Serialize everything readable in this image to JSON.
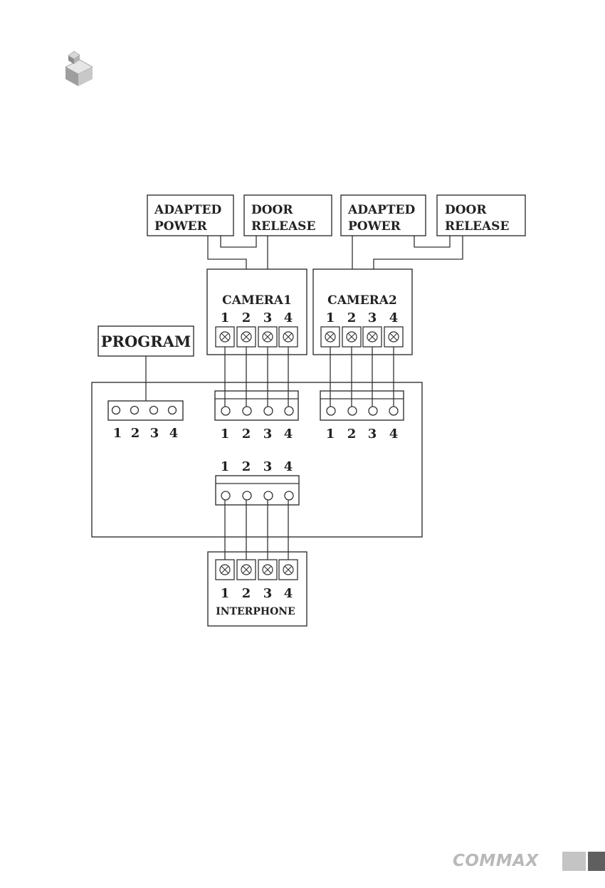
{
  "diagram": {
    "boxes": {
      "adapted_power_1": [
        "ADAPTED",
        "POWER"
      ],
      "door_release_1": [
        "DOOR",
        "RELEASE"
      ],
      "adapted_power_2": [
        "ADAPTED",
        "POWER"
      ],
      "door_release_2": [
        "DOOR",
        "RELEASE"
      ],
      "camera1": "CAMERA1",
      "camera2": "CAMERA2",
      "program": "PROGRAM",
      "interphone": "INTERPHONE"
    },
    "pin_labels": [
      "1",
      "2",
      "3",
      "4"
    ]
  },
  "footer": {
    "brand": "COMMAX"
  },
  "icons": {
    "header": "stacked-cubes-icon",
    "screw": "screw-terminal-icon"
  }
}
